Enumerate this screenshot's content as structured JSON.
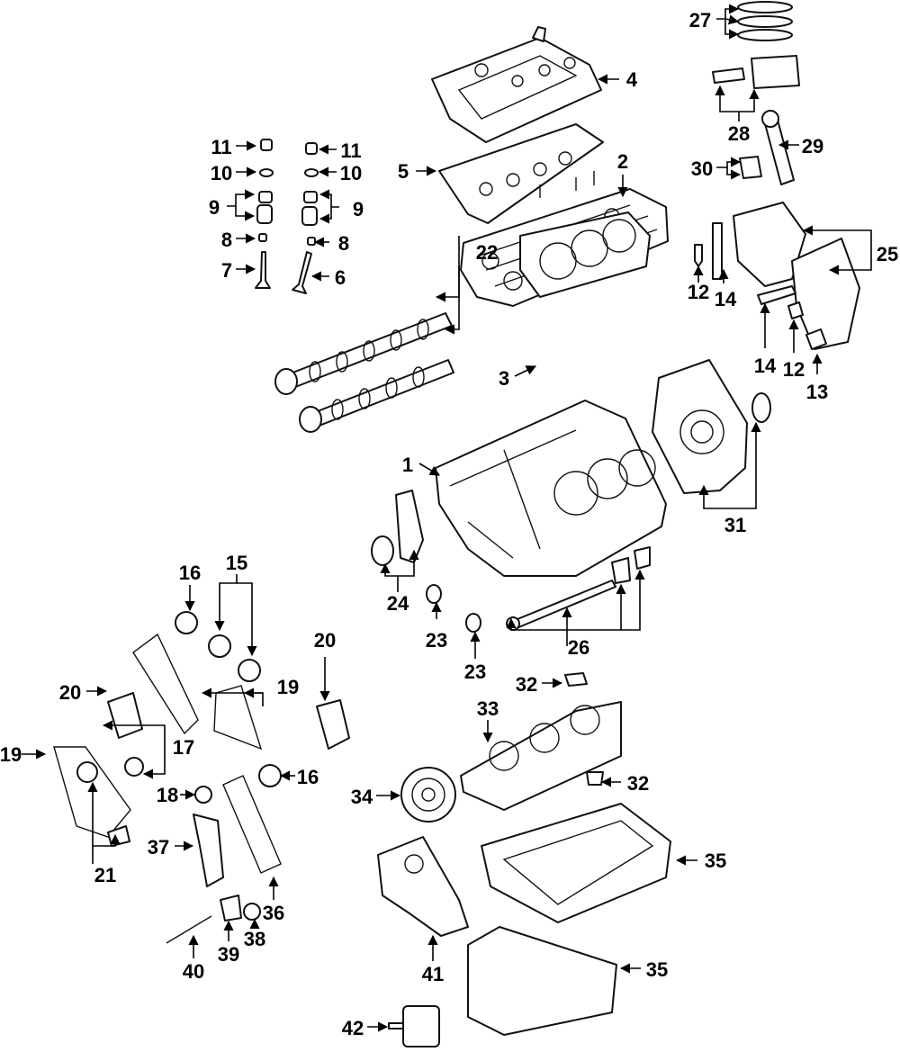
{
  "diagram": {
    "colors": {
      "line": "#111111",
      "background": "#ffffff"
    },
    "callouts": [
      "1",
      "2",
      "3",
      "4",
      "5",
      "6",
      "7",
      "8",
      "8",
      "9",
      "9",
      "10",
      "10",
      "11",
      "11",
      "12",
      "12",
      "13",
      "14",
      "14",
      "15",
      "16",
      "16",
      "17",
      "18",
      "19",
      "19",
      "20",
      "20",
      "21",
      "22",
      "23",
      "23",
      "24",
      "25",
      "26",
      "27",
      "28",
      "29",
      "30",
      "31",
      "32",
      "32",
      "33",
      "34",
      "35",
      "35",
      "36",
      "37",
      "38",
      "39",
      "40",
      "41",
      "42"
    ]
  }
}
